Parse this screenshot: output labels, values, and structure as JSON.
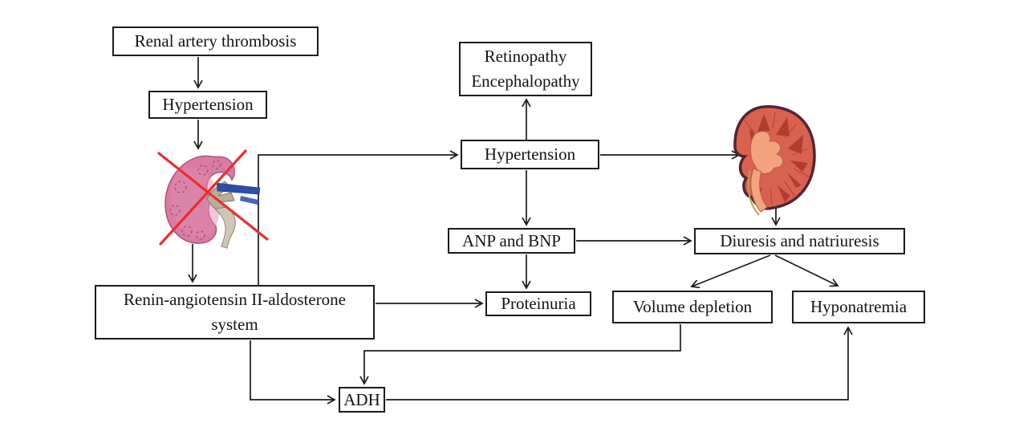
{
  "figure": {
    "type": "flowchart",
    "topic": "Pathophysiology of renal artery thrombosis"
  },
  "nodes": {
    "renal_artery_thrombosis": {
      "label": "Renal artery thrombosis"
    },
    "hypertension_primary": {
      "label": "Hypertension"
    },
    "raas": {
      "label_line1": "Renin-angiotensin II-aldosterone",
      "label_line2": "system"
    },
    "retinopathy_encephalopathy": {
      "label_line1": "Retinopathy",
      "label_line2": "Encephalopathy"
    },
    "hypertension_secondary": {
      "label": "Hypertension"
    },
    "anp_bnp": {
      "label": "ANP and BNP"
    },
    "proteinuria": {
      "label": "Proteinuria"
    },
    "diuresis_natriuresis": {
      "label": "Diuresis and natriuresis"
    },
    "volume_depletion": {
      "label": "Volume depletion"
    },
    "hyponatremia": {
      "label": "Hyponatremia"
    },
    "adh": {
      "label": "ADH"
    }
  },
  "icons": {
    "crossed_out_kidney": "thrombosed nonfunctional kidney crossed out with red X",
    "healthy_kidney": "contralateral kidney cross-section"
  },
  "edges": [
    {
      "from": "renal_artery_thrombosis",
      "to": "hypertension_primary"
    },
    {
      "from": "hypertension_primary",
      "to": "crossed_out_kidney"
    },
    {
      "from": "crossed_out_kidney",
      "to": "raas"
    },
    {
      "from": "raas",
      "to": "hypertension_secondary"
    },
    {
      "from": "hypertension_secondary",
      "to": "retinopathy_encephalopathy"
    },
    {
      "from": "hypertension_secondary",
      "to": "healthy_kidney"
    },
    {
      "from": "hypertension_secondary",
      "to": "anp_bnp"
    },
    {
      "from": "anp_bnp",
      "to": "diuresis_natriuresis"
    },
    {
      "from": "anp_bnp",
      "to": "proteinuria"
    },
    {
      "from": "raas",
      "to": "proteinuria"
    },
    {
      "from": "healthy_kidney",
      "to": "diuresis_natriuresis"
    },
    {
      "from": "diuresis_natriuresis",
      "to": "volume_depletion"
    },
    {
      "from": "diuresis_natriuresis",
      "to": "hyponatremia"
    },
    {
      "from": "volume_depletion",
      "to": "adh"
    },
    {
      "from": "raas",
      "to": "adh"
    },
    {
      "from": "adh",
      "to": "hyponatremia"
    }
  ],
  "colors": {
    "background": "#ffffff",
    "line": "#1b1b1b",
    "box_border": "#1b1b1b",
    "text": "#141414",
    "cross_mark_red": "#ea2e2e",
    "kidney_pink": "#d97ba2",
    "kidney_coral": "#d96150",
    "kidney_pyramid_red": "#b23d2c",
    "renal_pelvis_gray": "#b9ae9c",
    "renal_pelvis_pale": "#f3a37e",
    "renal_vein_blue": "#2c4fa3"
  }
}
